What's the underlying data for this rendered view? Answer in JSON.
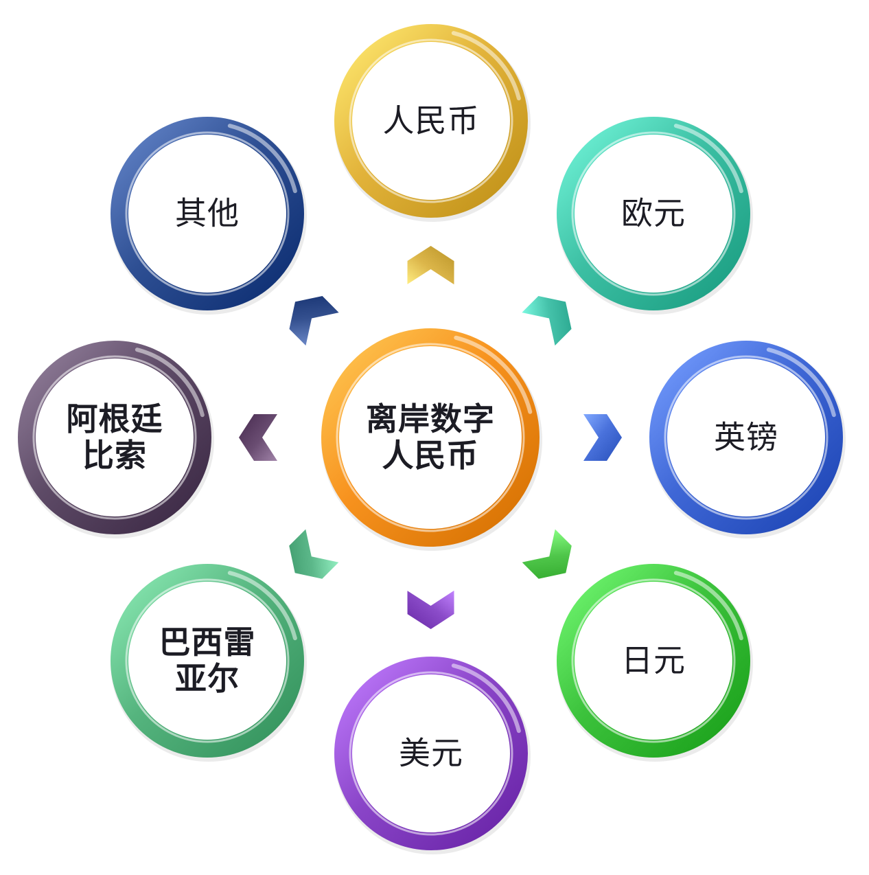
{
  "center": {
    "lines": [
      "离岸数字",
      "人民币"
    ],
    "color": "#f7921e"
  },
  "nodes": [
    {
      "id": "rmb",
      "lines": [
        "人民币"
      ],
      "color": "#e2b33a",
      "arrow_color": "#dcb64a",
      "bold": false
    },
    {
      "id": "euro",
      "lines": [
        "欧元"
      ],
      "color": "#3cbfa3",
      "arrow_color": "#45c2aa",
      "bold": false
    },
    {
      "id": "gbp",
      "lines": [
        "英镑"
      ],
      "color": "#3f67d6",
      "arrow_color": "#4a72dc",
      "bold": false
    },
    {
      "id": "jpy",
      "lines": [
        "日元"
      ],
      "color": "#3cc23c",
      "arrow_color": "#4fc64a",
      "bold": false
    },
    {
      "id": "usd",
      "lines": [
        "美元"
      ],
      "color": "#8a45c8",
      "arrow_color": "#8b4cc9",
      "bold": false
    },
    {
      "id": "brl",
      "lines": [
        "巴西雷",
        "亚尔"
      ],
      "color": "#55b47e",
      "arrow_color": "#5cb88a",
      "bold": true
    },
    {
      "id": "ars",
      "lines": [
        "阿根廷",
        "比索"
      ],
      "color": "#5d4a66",
      "arrow_color": "#6a4d72",
      "bold": true
    },
    {
      "id": "other",
      "lines": [
        "其他"
      ],
      "color": "#2e4f93",
      "arrow_color": "#34508f",
      "bold": false
    }
  ]
}
